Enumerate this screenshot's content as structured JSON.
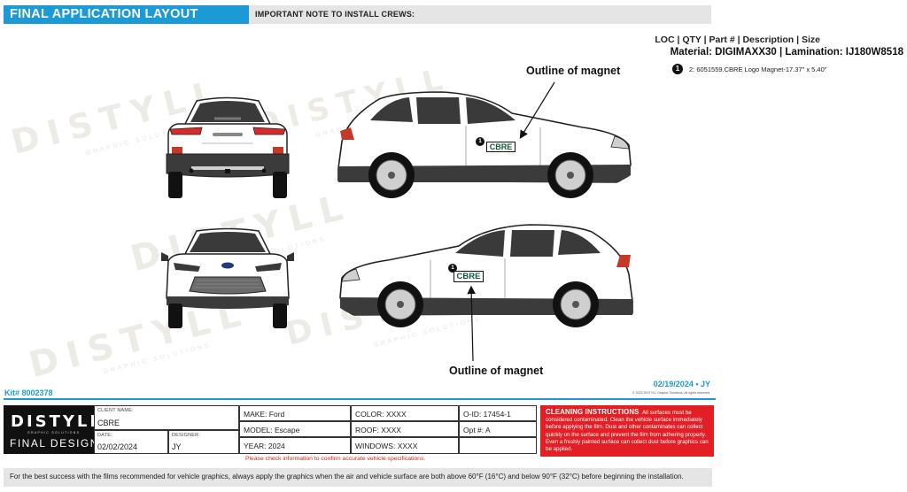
{
  "header": {
    "title": "FINAL APPLICATION LAYOUT",
    "note": "IMPORTANT NOTE TO INSTALL CREWS:"
  },
  "legend": {
    "columns": "LOC | QTY | Part # | Description | Size",
    "material": "Material: DIGIMAXX30 | Lamination: IJ180W8518",
    "items": [
      {
        "loc": "1",
        "text": "2: 6051559.CBRE Logo Magnet-17.37\" x 5.40\""
      }
    ]
  },
  "watermark": {
    "word": "DISTYLL",
    "sub": "GRAPHIC SOLUTIONS"
  },
  "callouts": {
    "top": "Outline of magnet",
    "bottom": "Outline of magnet"
  },
  "magnets": [
    {
      "pin": "1",
      "label": "CBRE"
    },
    {
      "pin": "1",
      "label": "CBRE"
    }
  ],
  "kit": "Kit# 8002378",
  "revision_date": "02/19/2024 • JY",
  "copyright": "© 2023 DISTYLL Graphic Solutions. All rights reserved.",
  "title_block": {
    "logo_word": "DISTYLL",
    "logo_sub": "GRAPHIC SOLUTIONS",
    "logo_final": "FINAL DESIGN",
    "client_label": "CLIENT NAME:",
    "client": "CBRE",
    "date_label": "DATE:",
    "date": "02/02/2024",
    "designer_label": "DESIGNER:",
    "designer": "JY",
    "make": "MAKE: Ford",
    "model": "MODEL: Escape",
    "year": "YEAR:  2024",
    "color": "COLOR:  XXXX",
    "roof": "ROOF:  XXXX",
    "windows": "WINDOWS: XXXX",
    "order_id": "O-ID:  17454-1",
    "option": "Opt #: A",
    "verify_note": "Please check information to confirm accurate vehicle specifications."
  },
  "cleaning": {
    "heading": "CLEANING INSTRUCTIONS",
    "body": "All surfaces must be considered contaminated. Clean the vehicle surface immediately before applying the film. Dust and other contaminates can collect quickly on the surface and prevent the film from adhering properly. Even a freshly painted surface can collect dust before graphics can be applied."
  },
  "footer": "For the best success with the films recommended for vehicle graphics, always apply the graphics when the air and vehicle surface are both above 60°F (16°C) and below 90°F (32°C) before beginning the installation.",
  "colors": {
    "accent_blue": "#1b9ad6",
    "alert_red": "#e31e24",
    "logo_green": "#0c5a3a"
  },
  "icons": [
    "car-rear-view",
    "car-front-view",
    "car-side-right-view",
    "car-side-left-view",
    "arrow"
  ]
}
